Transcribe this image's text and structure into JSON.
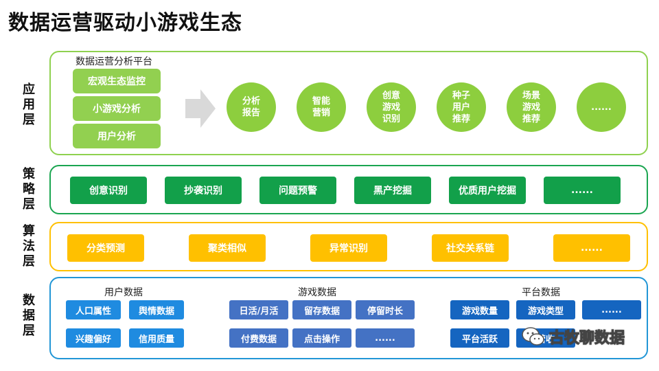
{
  "title": "数据运营驱动小游戏生态",
  "layers": {
    "app": {
      "label": "应用层",
      "color": "#8fd14f"
    },
    "strategy": {
      "label": "策略层",
      "color": "#1aa550"
    },
    "algorithm": {
      "label": "算法层",
      "color": "#ffc000"
    },
    "data": {
      "label": "数据层",
      "color": "#2196d6"
    }
  },
  "app": {
    "platform_title": "数据运营分析平台",
    "platform_items": [
      "宏观生态监控",
      "小游戏分析",
      "用户分析"
    ],
    "arrow_icon": "right-arrow-icon",
    "circles": [
      [
        "分析",
        "报告"
      ],
      [
        "智能",
        "营销"
      ],
      [
        "创意",
        "游戏",
        "识别"
      ],
      [
        "种子",
        "用户",
        "推荐"
      ],
      [
        "场景",
        "游戏",
        "推荐"
      ],
      [
        "......"
      ]
    ]
  },
  "strategy": {
    "items": [
      "创意识别",
      "抄袭识别",
      "问题预警",
      "黑产挖掘",
      "优质用户挖掘",
      "......"
    ]
  },
  "algorithm": {
    "items": [
      "分类预测",
      "聚类相似",
      "异常识别",
      "社交关系链",
      "......"
    ]
  },
  "data": {
    "groups": [
      {
        "title": "用户数据",
        "rows": [
          [
            "人口属性",
            "舆情数据"
          ],
          [
            "兴趣偏好",
            "信用质量"
          ]
        ]
      },
      {
        "title": "游戏数据",
        "rows": [
          [
            "日活/月活",
            "留存数据",
            "停留时长"
          ],
          [
            "付费数据",
            "点击操作",
            "......"
          ]
        ]
      },
      {
        "title": "平台数据",
        "rows": [
          [
            "游戏数量",
            "游戏类型",
            "......"
          ],
          [
            "平台活跃",
            "营收"
          ]
        ]
      }
    ]
  },
  "watermark": {
    "icon": "wechat-icon",
    "text": "古牧聊数据"
  }
}
